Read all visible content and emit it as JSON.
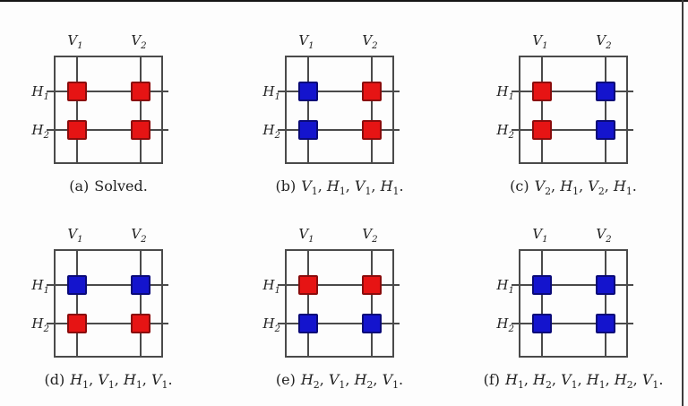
{
  "page": {
    "background": "#fdfdfd",
    "edges": {
      "top_color": "#161616",
      "right_color": "#3c3c3c"
    }
  },
  "colors": {
    "red_fill": "#e61414",
    "red_border": "#8a0c0c",
    "blue_fill": "#1414cd",
    "blue_border": "#0a0a78",
    "line": "#4a4a4a",
    "text": "#222222"
  },
  "figure": {
    "v_labels": [
      "V1",
      "V2"
    ],
    "h_labels": [
      "H1",
      "H2"
    ],
    "diagrams": [
      {
        "id": "a",
        "caption_label": "(a)",
        "caption_plain": "Solved.",
        "moves": null,
        "squares": [
          [
            "red",
            "red"
          ],
          [
            "red",
            "red"
          ]
        ]
      },
      {
        "id": "b",
        "caption_label": "(b)",
        "caption_plain": null,
        "moves": [
          "V1",
          "H1",
          "V1",
          "H1"
        ],
        "squares": [
          [
            "blue",
            "red"
          ],
          [
            "blue",
            "red"
          ]
        ]
      },
      {
        "id": "c",
        "caption_label": "(c)",
        "caption_plain": null,
        "moves": [
          "V2",
          "H1",
          "V2",
          "H1"
        ],
        "squares": [
          [
            "red",
            "blue"
          ],
          [
            "red",
            "blue"
          ]
        ]
      },
      {
        "id": "d",
        "caption_label": "(d)",
        "caption_plain": null,
        "moves": [
          "H1",
          "V1",
          "H1",
          "V1"
        ],
        "squares": [
          [
            "blue",
            "blue"
          ],
          [
            "red",
            "red"
          ]
        ]
      },
      {
        "id": "e",
        "caption_label": "(e)",
        "caption_plain": null,
        "moves": [
          "H2",
          "V1",
          "H2",
          "V1"
        ],
        "squares": [
          [
            "red",
            "red"
          ],
          [
            "blue",
            "blue"
          ]
        ]
      },
      {
        "id": "f",
        "caption_label": "(f)",
        "caption_plain": null,
        "moves": [
          "H1",
          "H2",
          "V1",
          "H1",
          "H2",
          "V1"
        ],
        "squares": [
          [
            "blue",
            "blue"
          ],
          [
            "blue",
            "blue"
          ]
        ]
      }
    ]
  }
}
